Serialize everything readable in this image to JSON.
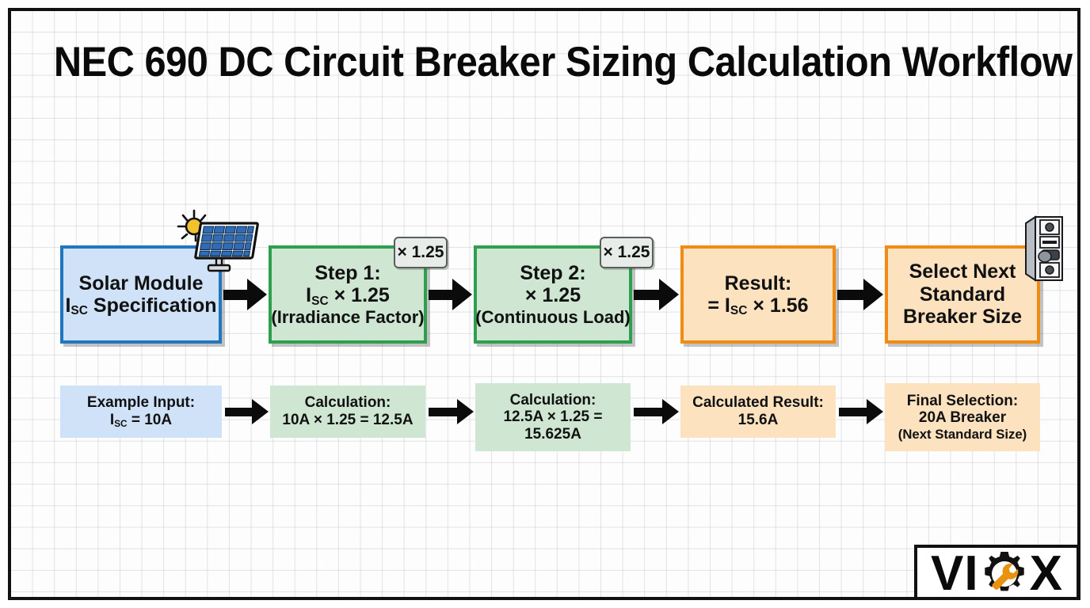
{
  "title": "NEC 690 DC Circuit Breaker Sizing Calculation Workflow",
  "colors": {
    "blue_border": "#2176bd",
    "blue_fill": "#cfe2f7",
    "green_border": "#2e9e4f",
    "green_fill": "#cfe7d2",
    "orange_border": "#ef8c16",
    "orange_fill": "#fde2c0",
    "badge_fill": "#e8ece8",
    "badge_border": "#5a5f5a",
    "arrow": "#0b0b0b",
    "logo_accent": "#e8920f",
    "frame": "#111111"
  },
  "flow": {
    "top_row": [
      {
        "id": "solar-module",
        "lines": [
          "Solar Module",
          "I<sub>SC</sub> Specification"
        ],
        "style": "blue",
        "icon": "solar-panel-icon"
      },
      {
        "id": "step-1",
        "lines": [
          "Step 1:",
          "I<sub>SC</sub> × 1.25",
          "(Irradiance Factor)"
        ],
        "style": "green",
        "badge": "× 1.25"
      },
      {
        "id": "step-2",
        "lines": [
          "Step 2:",
          "× 1.25",
          "(Continuous Load)"
        ],
        "style": "green",
        "badge": "× 1.25"
      },
      {
        "id": "result",
        "lines": [
          "Result:",
          "= I<sub>SC</sub> × 1.56"
        ],
        "style": "orange"
      },
      {
        "id": "select-breaker",
        "lines": [
          "Select Next",
          "Standard",
          "Breaker Size"
        ],
        "style": "orange",
        "icon": "circuit-breaker-icon"
      }
    ],
    "bottom_row": [
      {
        "id": "example-input",
        "lines": [
          "Example Input:",
          "I<sub>SC</sub> = 10A"
        ],
        "style": "blue"
      },
      {
        "id": "calculation-1",
        "lines": [
          "Calculation:",
          "10A × 1.25 = 12.5A"
        ],
        "style": "green"
      },
      {
        "id": "calculation-2",
        "lines": [
          "Calculation:",
          "12.5A × 1.25 =",
          "15.625A"
        ],
        "style": "green"
      },
      {
        "id": "calculated-result",
        "lines": [
          "Calculated Result:",
          "15.6A"
        ],
        "style": "orange"
      },
      {
        "id": "final-selection",
        "lines": [
          "Final Selection:",
          "20A Breaker",
          "(Next Standard Size)"
        ],
        "style": "orange"
      }
    ]
  },
  "logo": {
    "text_before": "VI",
    "text_after": "X",
    "icon": "gear-wrench-icon",
    "full_text": "VIOX"
  }
}
